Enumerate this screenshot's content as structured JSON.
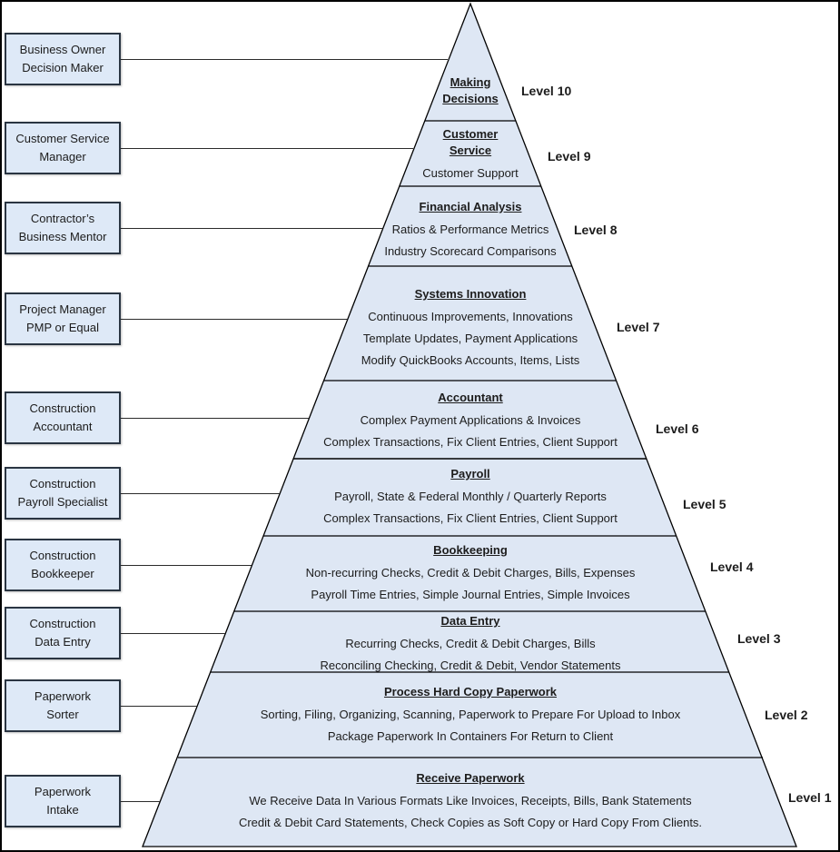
{
  "diagram": {
    "colors": {
      "pyramid_fill": "#dee7f4",
      "box_fill": "#dee9f7",
      "box_border": "#2a3542",
      "line": "#000000"
    },
    "levels": [
      {
        "label": "Level 10",
        "title": "Making\nDecisions",
        "lines": []
      },
      {
        "label": "Level 9",
        "title": "Customer\nService",
        "lines": [
          "Customer Support"
        ]
      },
      {
        "label": "Level 8",
        "title": "Financial Analysis",
        "lines": [
          "Ratios & Performance Metrics",
          "Industry Scorecard Comparisons"
        ]
      },
      {
        "label": "Level 7",
        "title": "Systems Innovation",
        "lines": [
          "Continuous Improvements, Innovations",
          "Template Updates, Payment Applications",
          "Modify QuickBooks Accounts, Items, Lists"
        ]
      },
      {
        "label": "Level 6",
        "title": "Accountant",
        "lines": [
          "Complex Payment Applications & Invoices",
          "Complex Transactions, Fix Client Entries, Client Support"
        ]
      },
      {
        "label": "Level 5",
        "title": "Payroll",
        "lines": [
          "Payroll, State & Federal Monthly / Quarterly Reports",
          "Complex Transactions, Fix Client Entries, Client Support"
        ]
      },
      {
        "label": "Level 4",
        "title": "Bookkeeping",
        "lines": [
          "Non-recurring Checks, Credit & Debit Charges, Bills, Expenses",
          "Payroll Time Entries, Simple Journal Entries, Simple Invoices"
        ]
      },
      {
        "label": "Level 3",
        "title": "Data Entry",
        "lines": [
          "Recurring Checks, Credit & Debit Charges, Bills",
          "Reconciling Checking, Credit & Debit, Vendor Statements"
        ]
      },
      {
        "label": "Level 2",
        "title": "Process Hard Copy Paperwork",
        "lines": [
          "Sorting, Filing, Organizing, Scanning, Paperwork to Prepare For Upload to Inbox",
          "Package Paperwork In Containers For Return to Client"
        ]
      },
      {
        "label": "Level 1",
        "title": "Receive Paperwork",
        "lines": [
          "We Receive Data In Various Formats Like Invoices, Receipts, Bills, Bank Statements",
          "Credit & Debit Card Statements, Check Copies as Soft Copy or Hard Copy From Clients."
        ]
      }
    ],
    "roles": [
      "Business Owner\nDecision Maker",
      "Customer Service\nManager",
      "Contractor’s\nBusiness Mentor",
      "Project Manager\nPMP or Equal",
      "Construction\nAccountant",
      "Construction\nPayroll Specialist",
      "Construction\nBookkeeper",
      "Construction\nData Entry",
      "Paperwork\nSorter",
      "Paperwork\nIntake"
    ]
  }
}
